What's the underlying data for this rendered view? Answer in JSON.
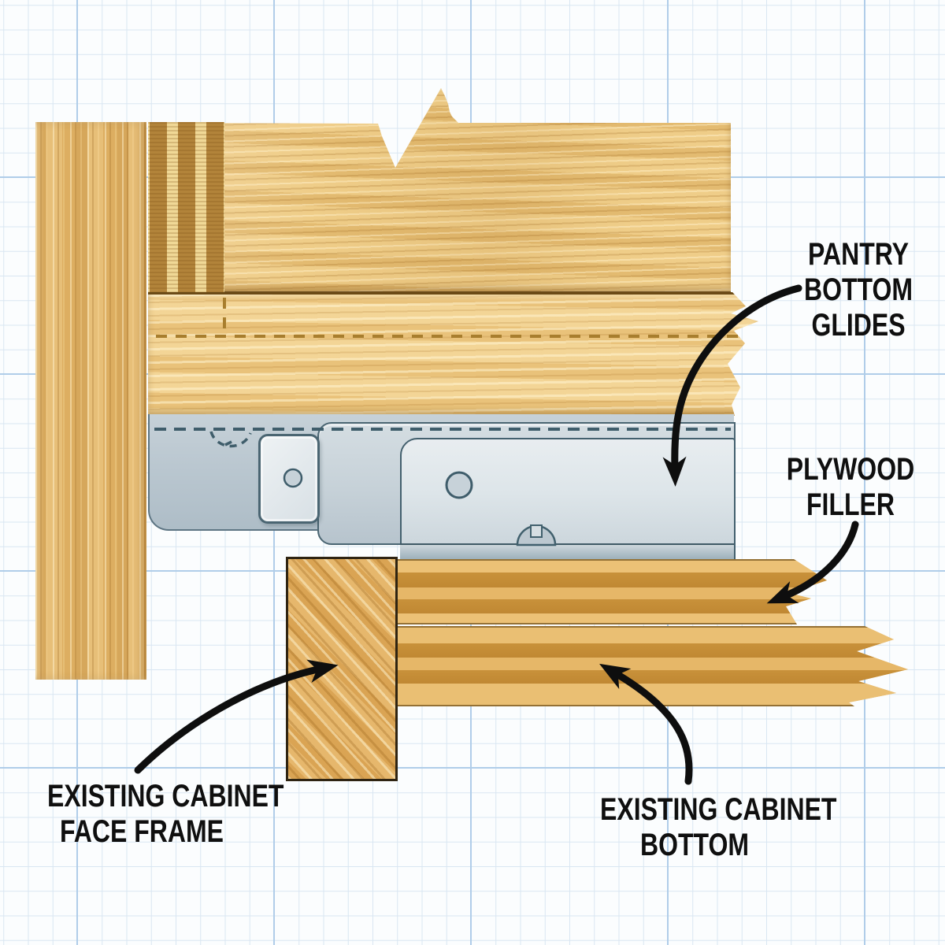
{
  "labels": {
    "pantry_glides": {
      "lines": [
        "PANTRY",
        "BOTTOM",
        "GLIDES"
      ]
    },
    "plywood_filler": {
      "lines": [
        "PLYWOOD",
        "FILLER"
      ]
    },
    "face_frame": {
      "lines": [
        "EXISTING CABINET",
        "FACE FRAME"
      ]
    },
    "cabinet_bottom": {
      "lines": [
        "EXISTING CABINET",
        "BOTTOM"
      ]
    }
  },
  "colors": {
    "paper": "#fbfdfe",
    "grid_minor": "#d9e6f2",
    "grid_major": "#b0cde9",
    "label_ink": "#0f0f0f",
    "arrow_ink": "#0e0e0e",
    "wood_dash": "#a87e2e",
    "metal_line": "#3f5d6b",
    "pine_light": "#f2d58f",
    "pine_mid": "#e9c178",
    "pine_dark": "#c8953f",
    "ply_stripe": "#c8913a"
  }
}
